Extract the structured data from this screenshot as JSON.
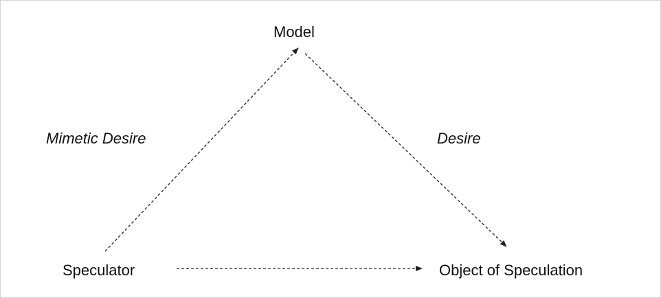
{
  "nodes": {
    "model": "Model",
    "speculator": "Speculator",
    "object": "Object of Speculation"
  },
  "edges": {
    "mimetic_desire": "Mimetic Desire",
    "desire": "Desire"
  },
  "colors": {
    "line": "#222222",
    "text": "#111111",
    "border": "#d4d4d4"
  }
}
